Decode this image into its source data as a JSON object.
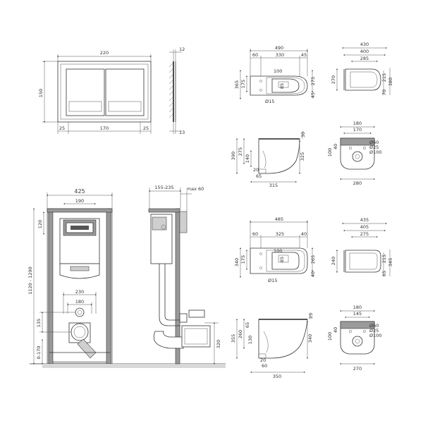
{
  "flush_plate": {
    "width": "220",
    "height": "150",
    "left_margin": "25",
    "center_width": "170",
    "right_margin": "25",
    "side_top": "12",
    "side_bottom": "13"
  },
  "frame_front": {
    "width": "425",
    "top_width": "190",
    "top_height": "120",
    "range": "1120 - 1290",
    "pipe_spacing_wide": "230",
    "pipe_spacing_narrow": "180",
    "pipe_height": "135",
    "foot_range": "0-170"
  },
  "frame_side": {
    "depth_range": "155-235",
    "max_depth": "max 60",
    "outlet_height": "320"
  },
  "bowl1_top": {
    "overall": "490",
    "a": "60",
    "b": "330",
    "c": "45",
    "left_h": "365",
    "inner_h": "175",
    "hole_w": "100",
    "hole_h": "85",
    "right_h": "275",
    "bottom": "45",
    "dia": "Ø15"
  },
  "seat1_top": {
    "overall": "430",
    "mid": "400",
    "inner": "285",
    "height": "270",
    "a": "70",
    "b": "215",
    "c": "380"
  },
  "bowl1_side": {
    "top": "30",
    "left_h": "390",
    "a": "275",
    "b": "140",
    "right_h": "325",
    "bottom_a": "20",
    "bottom_b": "65",
    "base": "315"
  },
  "bowl1_back": {
    "top": "180",
    "mid": "170",
    "gap": "40",
    "height": "100",
    "d60": "Ø60",
    "d25": "Ø25",
    "d100": "Ø100",
    "base": "280"
  },
  "bowl2_top": {
    "overall": "485",
    "a": "60",
    "b": "325",
    "c": "40",
    "left_h": "340",
    "inner_h": "175",
    "hole_w": "100",
    "hole_h": "85",
    "right_h": "265",
    "bottom": "40",
    "dia": "Ø15"
  },
  "seat2_top": {
    "overall": "435",
    "mid": "405",
    "inner": "275",
    "height": "240",
    "a": "65",
    "b": "215",
    "c": "345"
  },
  "bowl2_side": {
    "top": "25",
    "left_h": "355",
    "a": "260",
    "b": "65",
    "c": "130",
    "right_h": "340",
    "bottom_a": "20",
    "bottom_b": "60",
    "base": "350"
  },
  "bowl2_back": {
    "top": "180",
    "mid": "145",
    "gap": "40",
    "height": "100",
    "d60": "Ø60",
    "d25": "Ø25",
    "d100": "Ø100",
    "base": "270"
  }
}
